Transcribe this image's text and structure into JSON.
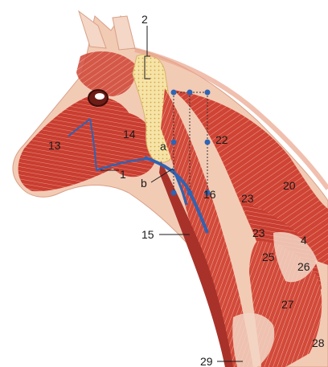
{
  "labels": {
    "l1": "1",
    "l2": "2",
    "l4": "4",
    "l13": "13",
    "l14": "14",
    "l15": "15",
    "l16": "16",
    "l20": "20",
    "l22": "22",
    "l23a": "23",
    "l23b": "23",
    "l25": "25",
    "l26": "26",
    "l27": "27",
    "l28": "28",
    "l29": "29",
    "la": "a",
    "lb": "b"
  },
  "colors": {
    "skin": "#f2cbb5",
    "muscle": "#cf4435",
    "muscle_dark": "#a8322a",
    "muscle_light": "#e06a55",
    "gland": "#f6e3a6",
    "vessel": "#2f63b3",
    "tendon": "#f3d6c5"
  }
}
